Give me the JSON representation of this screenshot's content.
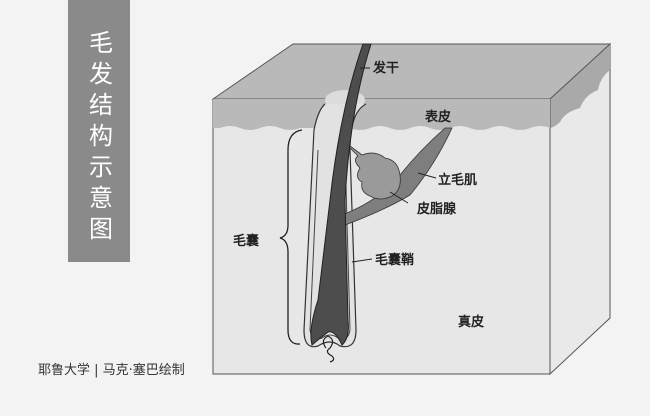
{
  "title": "毛发结构示意图",
  "credit": "耶鲁大学 | 马克·塞巴绘制",
  "labels": {
    "hair_shaft": "发干",
    "epidermis": "表皮",
    "arrector_pili": "立毛肌",
    "sebaceous_gland": "皮脂腺",
    "hair_follicle": "毛囊",
    "follicle_sheath": "毛囊鞘",
    "dermis": "真皮"
  }
}
